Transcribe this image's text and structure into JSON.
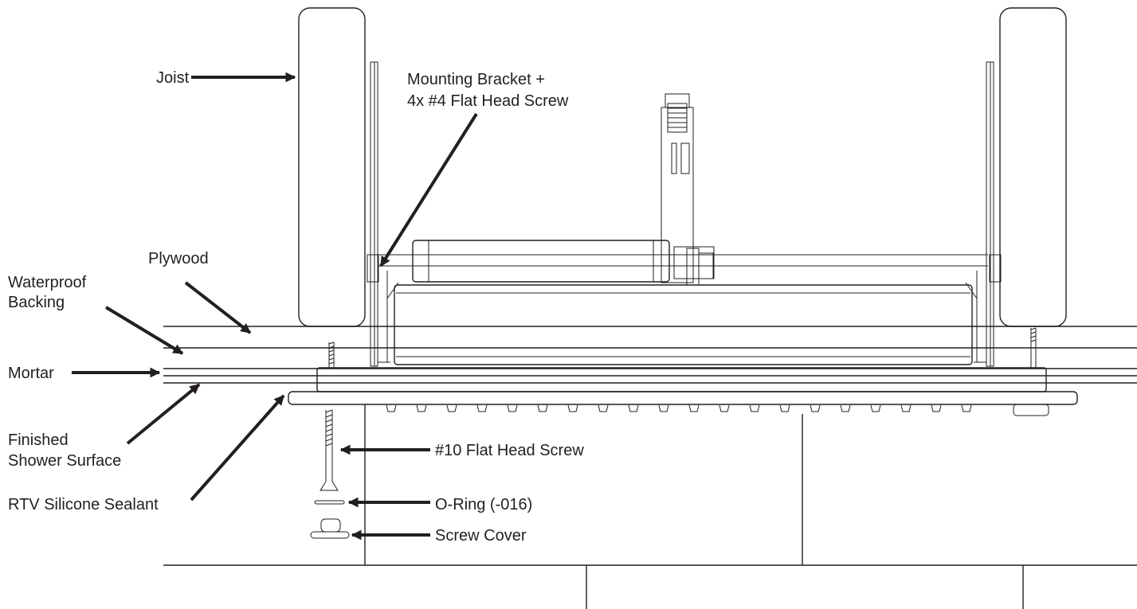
{
  "labels": {
    "joist": "Joist",
    "bracket_line1": "Mounting Bracket +",
    "bracket_line2": "4x #4 Flat Head Screw",
    "plywood": "Plywood",
    "waterproof_line1": "Waterproof",
    "waterproof_line2": "Backing",
    "mortar": "Mortar",
    "finished_line1": "Finished",
    "finished_line2": "Shower Surface",
    "rtv": "RTV Silicone Sealant",
    "screw10": "#10 Flat Head Screw",
    "oring": "O-Ring (-016)",
    "screw_cover": "Screw Cover"
  },
  "colors": {
    "line": "#231f20",
    "background": "#ffffff"
  }
}
